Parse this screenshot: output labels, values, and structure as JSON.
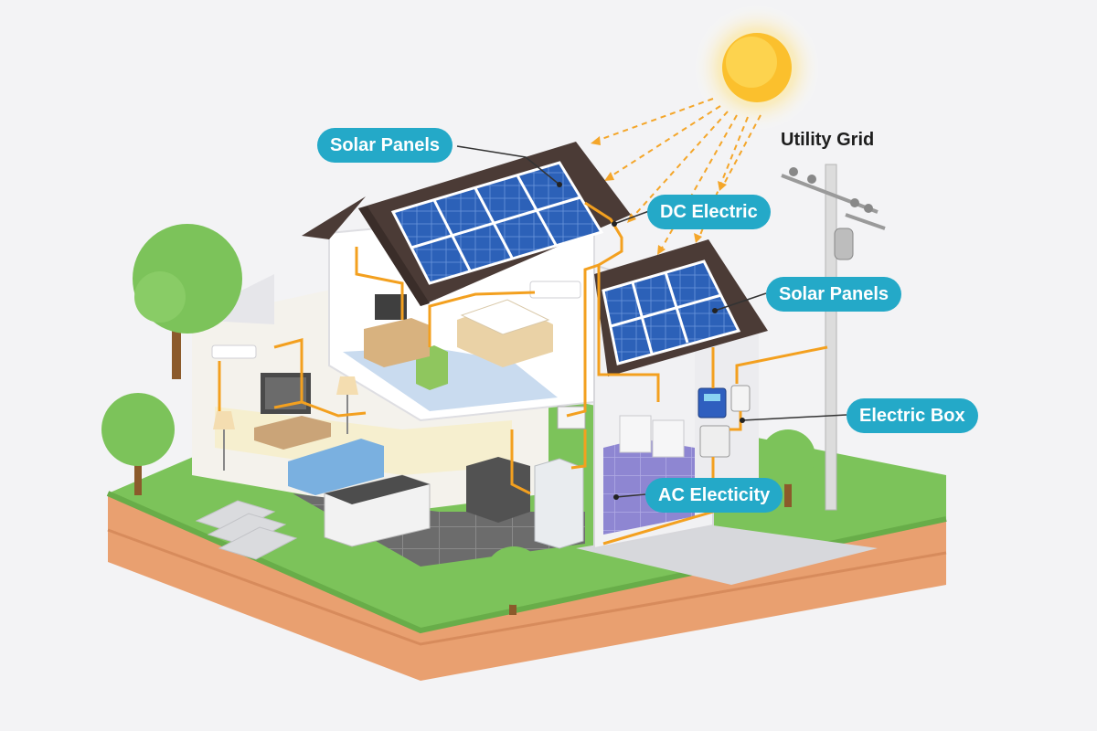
{
  "labels": {
    "solar_panels_upper": "Solar Panels",
    "dc_electric": "DC Electric",
    "solar_panels_lower": "Solar Panels",
    "utility_grid": "Utility Grid",
    "electric_box": "Electric Box",
    "ac_electricity": "AC Electicity"
  },
  "colors": {
    "callout_bg": "#24a9c8",
    "wire": "#f3a01f",
    "sun": "#fbc02d",
    "panel": "#2c61b8",
    "roof": "#4b3b36",
    "grass": "#7cc35a",
    "soil": "#e9a070"
  }
}
